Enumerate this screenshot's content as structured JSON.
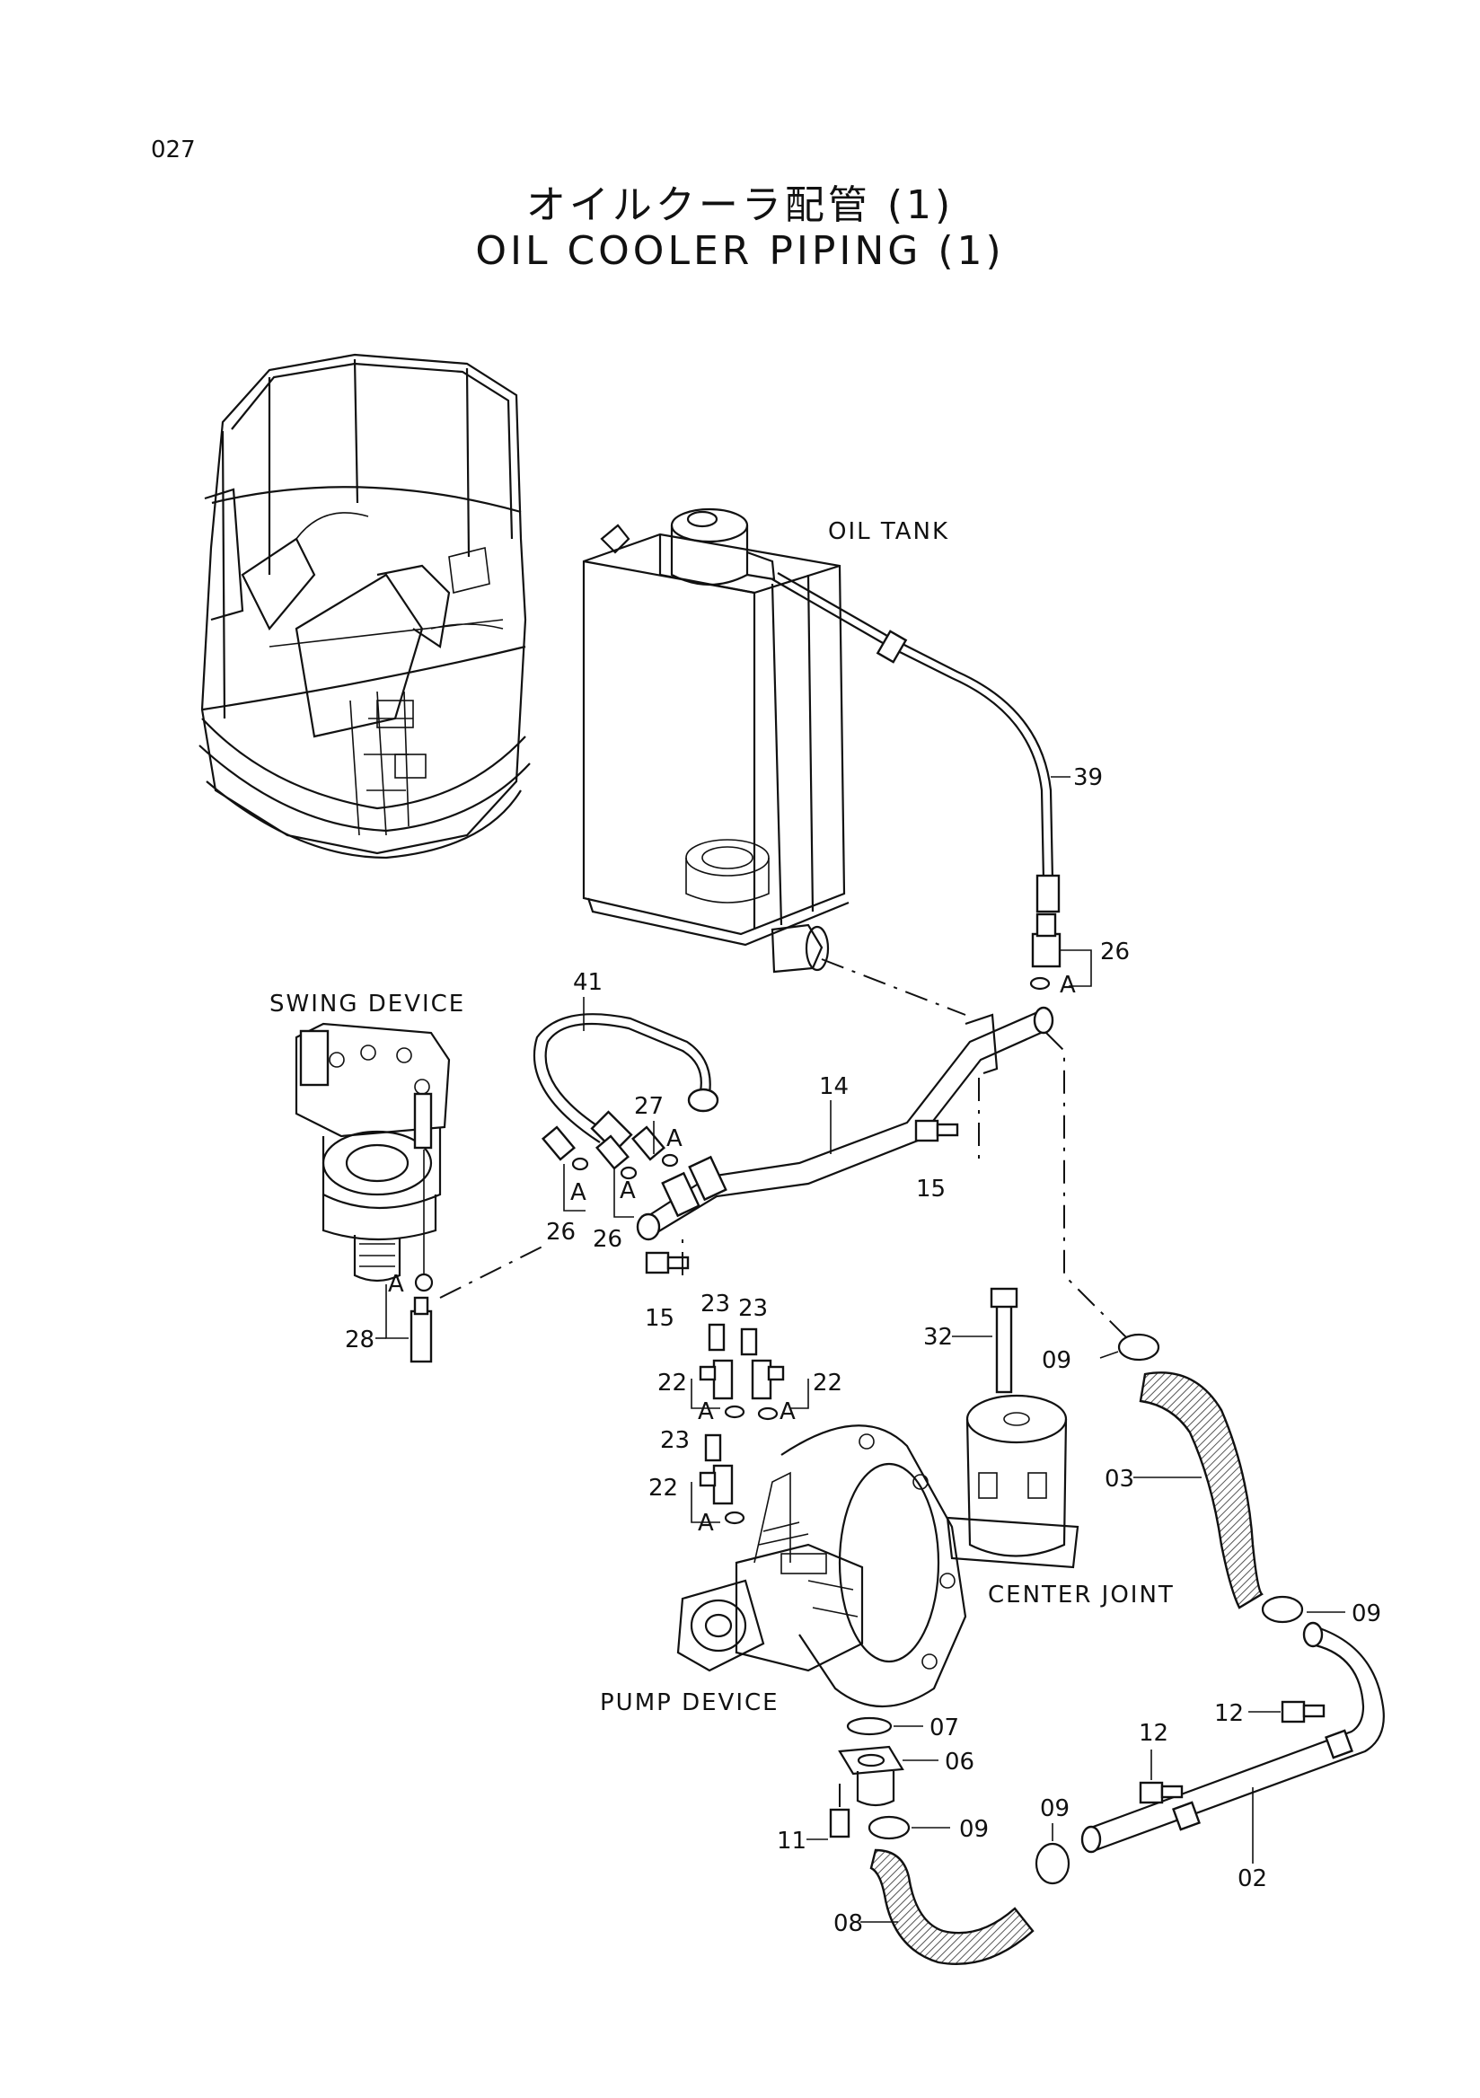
{
  "page_number": "027",
  "title_jp": "オイルクーラ配管 (1)",
  "title_en": "OIL COOLER PIPING (1)",
  "components": {
    "oil_tank": "OIL TANK",
    "swing_device": "SWING DEVICE",
    "center_joint": "CENTER JOINT",
    "pump_device": "PUMP DEVICE"
  },
  "callouts": {
    "p39": "39",
    "p26a": "26",
    "p26b": "26",
    "p26c": "26",
    "p41": "41",
    "p27": "27",
    "p14": "14",
    "p15a": "15",
    "p15b": "15",
    "p28": "28",
    "p23a": "23",
    "p23b": "23",
    "p23c": "23",
    "p22a": "22",
    "p22b": "22",
    "p22c": "22",
    "p32": "32",
    "p09a": "09",
    "p09b": "09",
    "p09c": "09",
    "p09d": "09",
    "p03": "03",
    "p07": "07",
    "p06": "06",
    "p11": "11",
    "p08": "08",
    "p12a": "12",
    "p12b": "12",
    "p02": "02"
  },
  "oring_marker": "A"
}
